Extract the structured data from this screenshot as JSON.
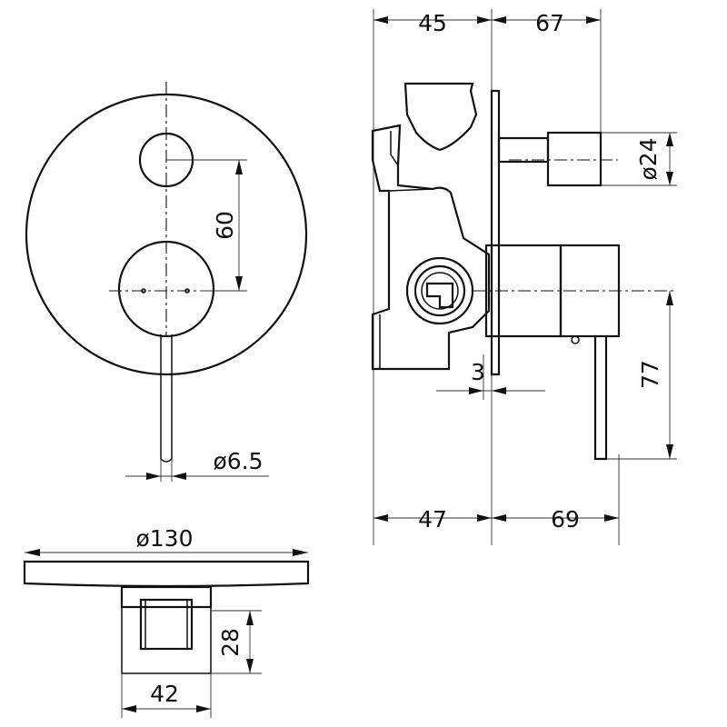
{
  "dimensions": {
    "top_left": "45",
    "top_right": "67",
    "diameter_24": "ø24",
    "height_60": "60",
    "offset_3": "3",
    "height_77": "77",
    "handle_diameter": "ø6.5",
    "bottom_left": "47",
    "bottom_right": "69",
    "plate_diameter": "ø130",
    "depth_28": "28",
    "width_42": "42"
  },
  "colors": {
    "line": "#111111",
    "background": "#ffffff"
  }
}
